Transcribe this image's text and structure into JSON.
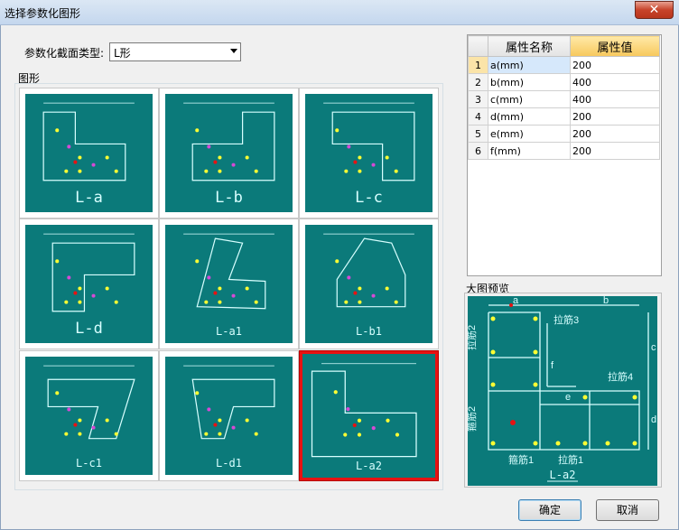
{
  "window": {
    "title": "选择参数化图形",
    "close_glyph": "✕"
  },
  "section_type": {
    "label": "参数化截面类型:",
    "selected": "L形"
  },
  "shapes": {
    "group_label": "图形",
    "items": [
      {
        "caption": "L-a"
      },
      {
        "caption": "L-b"
      },
      {
        "caption": "L-c"
      },
      {
        "caption": "L-d"
      },
      {
        "caption": "L-a1"
      },
      {
        "caption": "L-b1"
      },
      {
        "caption": "L-c1"
      },
      {
        "caption": "L-d1"
      },
      {
        "caption": "L-a2"
      }
    ],
    "selected_index": 8
  },
  "properties": {
    "headers": [
      "",
      "属性名称",
      "属性值"
    ],
    "rows": [
      {
        "num": "1",
        "name": "a(mm)",
        "value": "200"
      },
      {
        "num": "2",
        "name": "b(mm)",
        "value": "400"
      },
      {
        "num": "3",
        "name": "c(mm)",
        "value": "400"
      },
      {
        "num": "4",
        "name": "d(mm)",
        "value": "200"
      },
      {
        "num": "5",
        "name": "e(mm)",
        "value": "200"
      },
      {
        "num": "6",
        "name": "f(mm)",
        "value": "200"
      }
    ]
  },
  "preview": {
    "label": "大图预览",
    "caption": "L-a2",
    "annotations": {
      "la3": "拉筋3",
      "la2": "拉筋2",
      "la4": "拉筋4",
      "gu2": "箍筋2",
      "gu1": "箍筋1",
      "la1": "拉筋1",
      "a": "a",
      "b": "b",
      "c": "c",
      "d": "d",
      "e": "e",
      "f": "f"
    }
  },
  "buttons": {
    "ok": "确定",
    "cancel": "取消"
  },
  "colors": {
    "accent": "#0b7a7a",
    "selected": "#e81212",
    "line": "#d8ffff",
    "rebar": "#ffff33",
    "tie": "#d64ad6"
  }
}
